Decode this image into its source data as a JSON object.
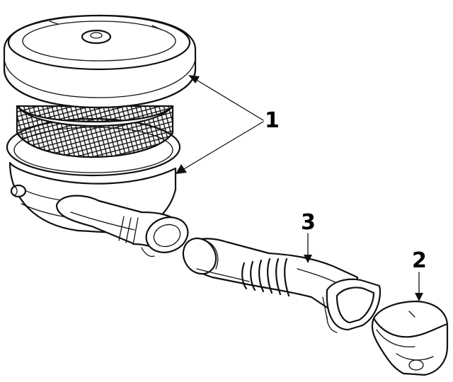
{
  "callouts": [
    {
      "id": "air-cleaner-assembly",
      "label": "1"
    },
    {
      "id": "adapter-elbow",
      "label": "2"
    },
    {
      "id": "intake-duct",
      "label": "3"
    }
  ]
}
